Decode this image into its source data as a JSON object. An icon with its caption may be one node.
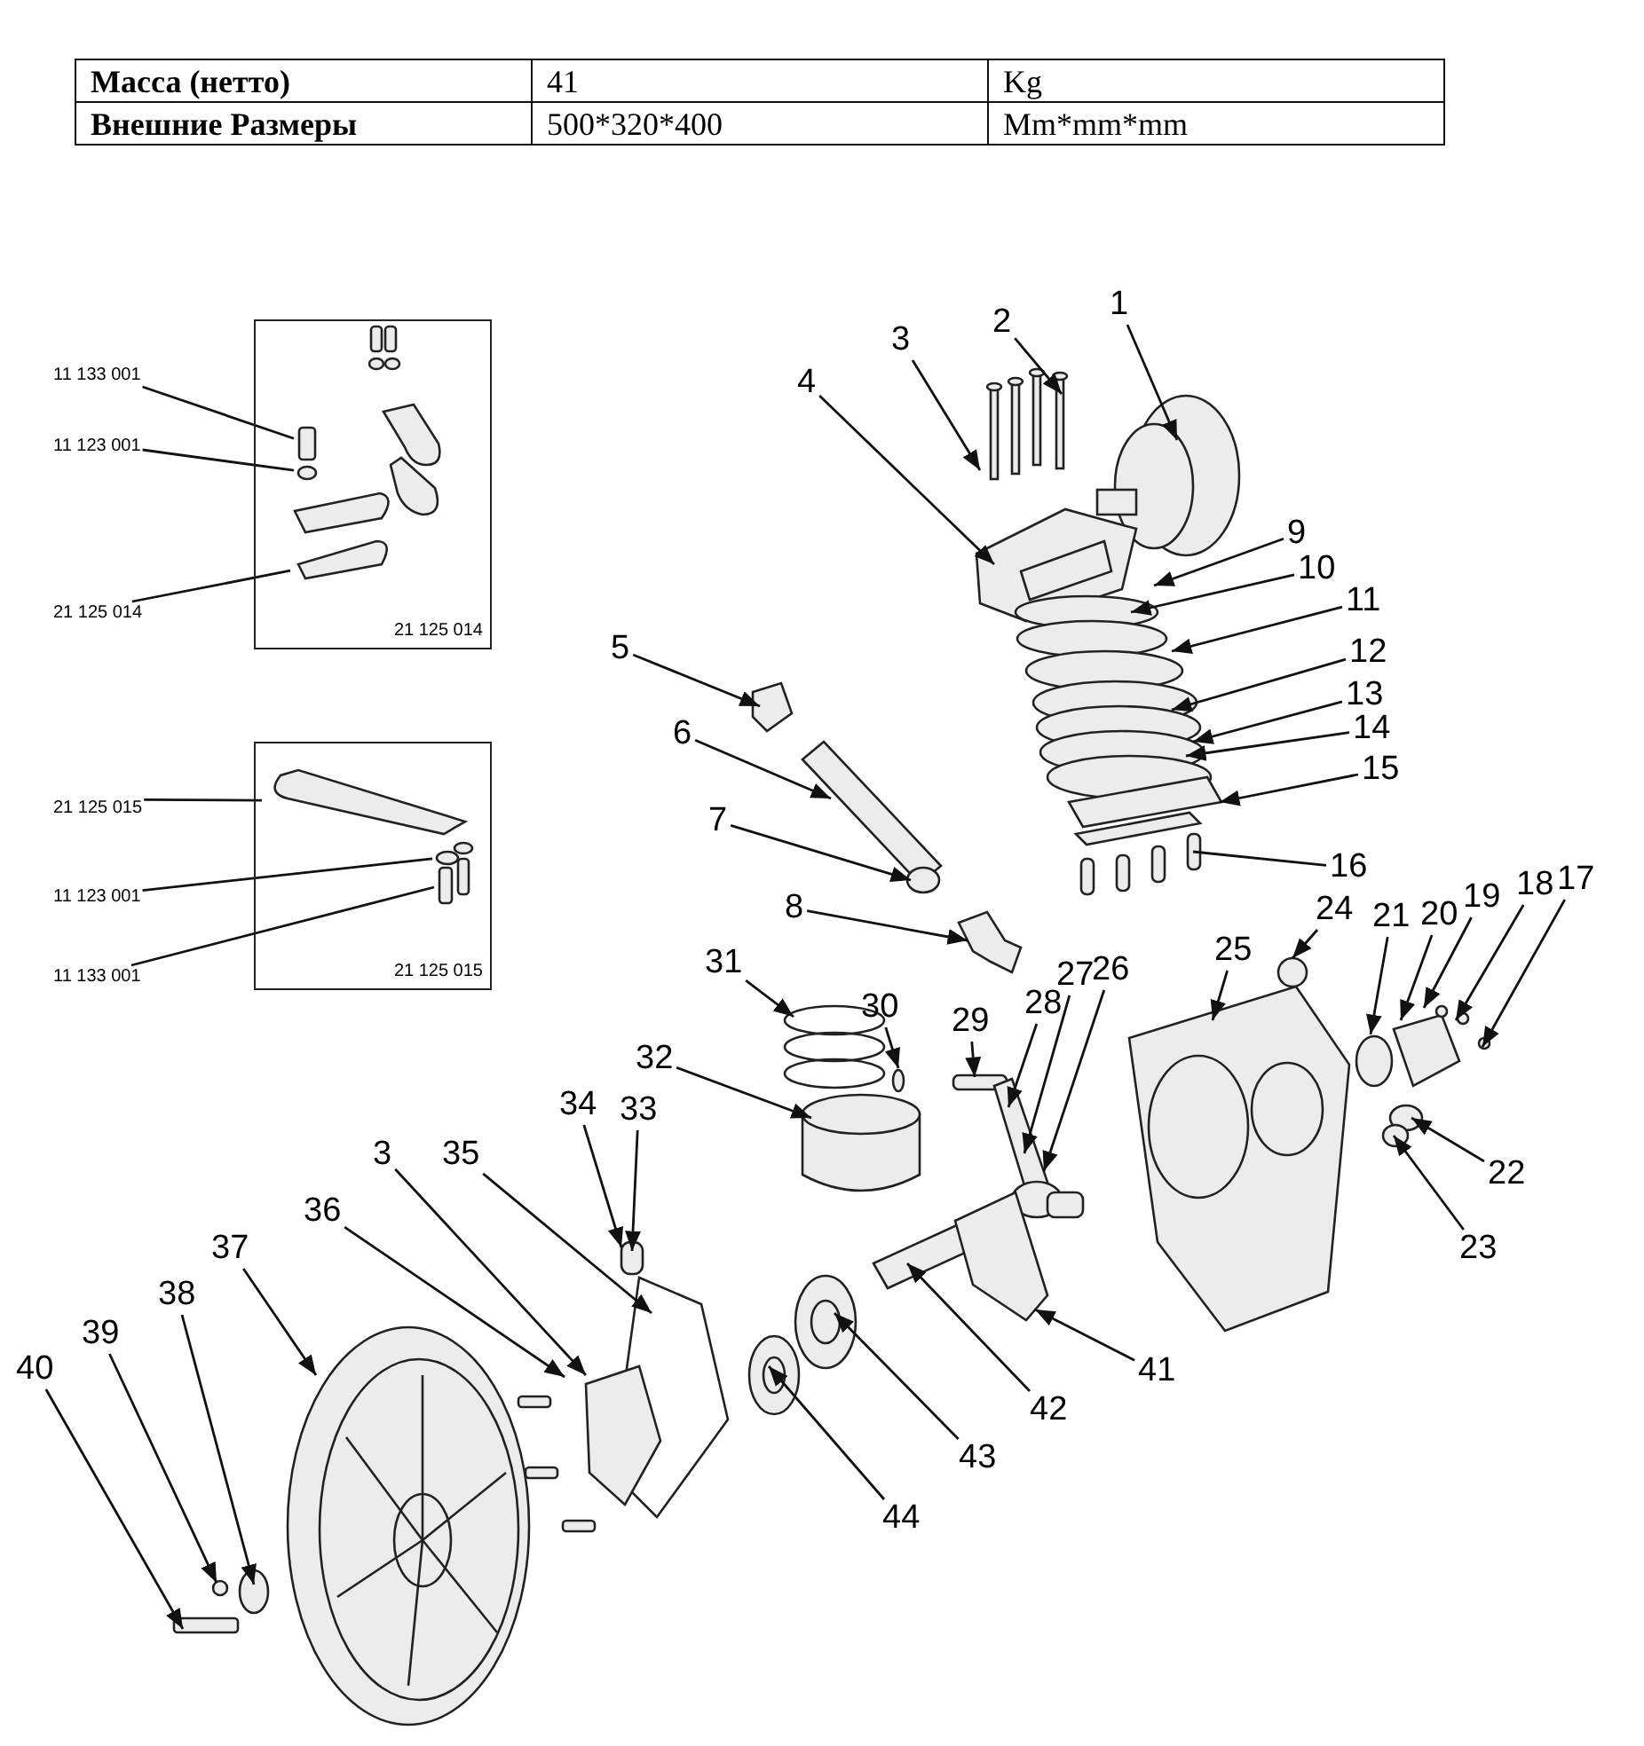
{
  "diagram": {
    "nodes": [
      {
        "text": [
          "21 125 014"
        ]
      },
      {
        "text": [
          "11 133 001"
        ]
      },
      {
        "text": [
          "11 123 001"
        ]
      },
      {
        "text": [
          "21 125 014"
        ]
      },
      {
        "text": [
          "21 125 015"
        ]
      },
      {
        "text": [
          "21 125 015"
        ]
      },
      {
        "text": [
          "11 123 001"
        ]
      },
      {
        "text": [
          "11 133 001"
        ]
      },
      {
        "text": [
          "1"
        ]
      },
      {
        "text": [
          "2"
        ]
      },
      {
        "text": [
          "3"
        ]
      },
      {
        "text": [
          "4"
        ]
      },
      {
        "text": [
          "9"
        ]
      },
      {
        "text": [
          "10"
        ]
      },
      {
        "text": [
          "11"
        ]
      },
      {
        "text": [
          "5"
        ]
      },
      {
        "text": [
          "12"
        ]
      },
      {
        "text": [
          "6"
        ]
      },
      {
        "text": [
          "13"
        ]
      },
      {
        "text": [
          "14"
        ]
      },
      {
        "text": [
          "15"
        ]
      },
      {
        "text": [
          "7"
        ]
      },
      {
        "text": [
          "16"
        ]
      },
      {
        "text": [
          "8"
        ]
      },
      {
        "text": [
          "17"
        ]
      },
      {
        "text": [
          "18"
        ]
      },
      {
        "text": [
          "19"
        ]
      },
      {
        "text": [
          "20"
        ]
      },
      {
        "text": [
          "21"
        ]
      },
      {
        "text": [
          "24"
        ]
      },
      {
        "text": [
          "25"
        ]
      },
      {
        "text": [
          "26"
        ]
      },
      {
        "text": [
          "27"
        ]
      },
      {
        "text": [
          "28"
        ]
      },
      {
        "text": [
          "29"
        ]
      },
      {
        "text": [
          "30"
        ]
      },
      {
        "text": [
          "31"
        ]
      },
      {
        "text": [
          "32"
        ]
      },
      {
        "text": [
          "22"
        ]
      },
      {
        "text": [
          "33"
        ]
      },
      {
        "text": [
          "34"
        ]
      },
      {
        "text": [
          "35"
        ]
      },
      {
        "text": [
          "3"
        ]
      },
      {
        "text": [
          "36"
        ]
      },
      {
        "text": [
          "37"
        ]
      },
      {
        "text": [
          "23"
        ]
      },
      {
        "text": [
          "38"
        ]
      },
      {
        "text": [
          "39"
        ]
      },
      {
        "text": [
          "40"
        ]
      },
      {
        "text": [
          "41"
        ]
      },
      {
        "text": [
          "42"
        ]
      },
      {
        "text": [
          "43"
        ]
      },
      {
        "text": [
          "44"
        ]
      },
      {
        "text": [],
        "shape": "bar",
        "in": 0
      },
      {
        "text": [],
        "shape": "circle",
        "in": 0
      },
      {
        "text": [],
        "shape": "picture",
        "in": 0
      },
      {
        "text": [],
        "shape": "picture",
        "in": 4
      },
      {
        "text": [],
        "shape": "circle",
        "in": 4
      },
      {
        "text": [],
        "shape": "bar",
        "in": 4
      }
    ],
    "edges": [
      {
        "from": 1,
        "to": 53,
        "arrow": "none"
      },
      {
        "from": 2,
        "to": 54,
        "arrow": "none"
      },
      {
        "from": 3,
        "to": 55,
        "arrow": "none"
      },
      {
        "from": 5,
        "to": 56,
        "arrow": "none"
      },
      {
        "from": 6,
        "to": 57,
        "arrow": "none"
      },
      {
        "from": 7,
        "to": 58,
        "arrow": "none"
      },
      {
        "from": 8,
        "to": null,
        "arrow": "to"
      },
      {
        "from": 9,
        "to": null,
        "arrow": "to"
      },
      {
        "from": 10,
        "to": null,
        "arrow": "to"
      },
      {
        "from": 11,
        "to": null,
        "arrow": "to"
      },
      {
        "from": 12,
        "to": null,
        "arrow": "to"
      },
      {
        "from": 13,
        "to": null,
        "arrow": "to"
      },
      {
        "from": 14,
        "to": null,
        "arrow": "to"
      },
      {
        "from": 15,
        "to": null,
        "arrow": "to"
      },
      {
        "from": 16,
        "to": null,
        "arrow": "to"
      },
      {
        "from": 17,
        "to": null,
        "arrow": "to"
      },
      {
        "from": 18,
        "to": null,
        "arrow": "to"
      },
      {
        "from": 19,
        "to": null,
        "arrow": "to"
      },
      {
        "from": 20,
        "to": null,
        "arrow": "to"
      },
      {
        "from": 21,
        "to": null,
        "arrow": "to"
      },
      {
        "from": 22,
        "to": null,
        "arrow": "none"
      },
      {
        "from": 23,
        "to": null,
        "arrow": "to"
      },
      {
        "from": 24,
        "to": null,
        "arrow": "to"
      },
      {
        "from": 25,
        "to": null,
        "arrow": "to"
      },
      {
        "from": 26,
        "to": null,
        "arrow": "to"
      },
      {
        "from": 27,
        "to": null,
        "arrow": "to"
      },
      {
        "from": 28,
        "to": null,
        "arrow": "to"
      },
      {
        "from": 29,
        "to": null,
        "arrow": "to"
      },
      {
        "from": 30,
        "to": null,
        "arrow": "to"
      },
      {
        "from": 31,
        "to": null,
        "arrow": "to"
      },
      {
        "from": 32,
        "to": null,
        "arrow": "to"
      },
      {
        "from": 33,
        "to": null,
        "arrow": "to"
      },
      {
        "from": 34,
        "to": null,
        "arrow": "to"
      },
      {
        "from": 35,
        "to": null,
        "arrow": "to"
      },
      {
        "from": 36,
        "to": null,
        "arrow": "to"
      },
      {
        "from": 37,
        "to": null,
        "arrow": "to"
      },
      {
        "from": 38,
        "to": null,
        "arrow": "to"
      },
      {
        "from": 39,
        "to": null,
        "arrow": "to"
      },
      {
        "from": 40,
        "to": null,
        "arrow": "to"
      },
      {
        "from": 41,
        "to": null,
        "arrow": "to"
      },
      {
        "from": 42,
        "to": null,
        "arrow": "to"
      },
      {
        "from": 43,
        "to": null,
        "arrow": "to"
      },
      {
        "from": 44,
        "to": null,
        "arrow": "to"
      },
      {
        "from": 45,
        "to": null,
        "arrow": "to"
      },
      {
        "from": 46,
        "to": null,
        "arrow": "to"
      },
      {
        "from": 47,
        "to": null,
        "arrow": "to"
      },
      {
        "from": 48,
        "to": null,
        "arrow": "to"
      },
      {
        "from": 49,
        "to": null,
        "arrow": "to"
      },
      {
        "from": 50,
        "to": null,
        "arrow": "to"
      },
      {
        "from": 51,
        "to": null,
        "arrow": "to"
      },
      {
        "from": 52,
        "to": null,
        "arrow": "to"
      }
    ],
    "labels": [
      "Масса (нетто)",
      "41",
      "Kg",
      "Внешние Размеры",
      "500*320*400",
      "Mm*mm*mm"
    ]
  }
}
